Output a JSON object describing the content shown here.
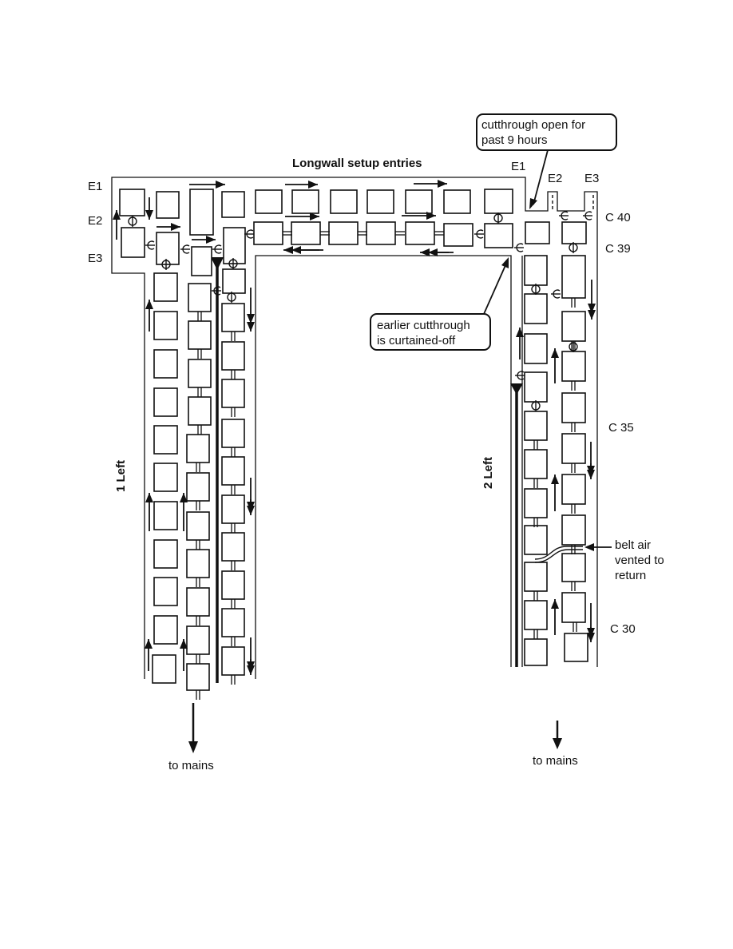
{
  "title": "Longwall setup entries",
  "entry_labels_left": [
    "E1",
    "E2",
    "E3"
  ],
  "entry_labels_right": [
    "E1",
    "E2",
    "E3"
  ],
  "section_labels": {
    "one_left": "1 Left",
    "two_left": "2 Left"
  },
  "crosscut_labels": [
    "C 40",
    "C 39",
    "C 35",
    "C 30"
  ],
  "callouts": {
    "cutthrough_open_line1": "cutthrough open for",
    "cutthrough_open_line2": "past 9 hours",
    "curtained_line1": "earlier cutthrough",
    "curtained_line2": "is curtained-off"
  },
  "annotations": {
    "belt_air_line1": "belt air",
    "belt_air_line2": "vented to",
    "belt_air_line3": "return"
  },
  "mains_labels": {
    "left": "to mains",
    "right": "to mains"
  },
  "icons": {
    "airflow": "arrow",
    "stopping": "stopping-symbol",
    "regulator": "regulator-symbol",
    "belt": "belt-line"
  }
}
